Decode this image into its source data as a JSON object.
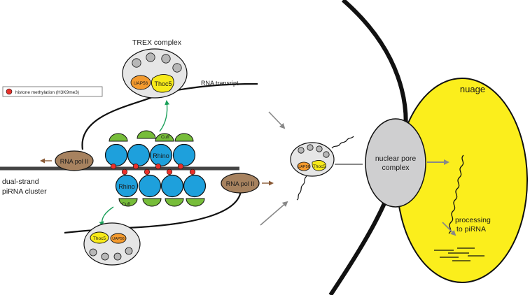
{
  "labels": {
    "trex_complex": "TREX complex",
    "rna_transcript": "RNA transript",
    "legend_histone": "histone methylation (H3K9me3)",
    "dual_strand_line1": "dual-strand",
    "dual_strand_line2": "piRNA cluster",
    "rna_pol_ii": "RNA pol II",
    "rhino": "Rhino",
    "cuff": "Cuff",
    "uap56": "UAP56",
    "thoc5": "Thoc5",
    "nuclear_pore_line1": "nuclear pore",
    "nuclear_pore_line2": "complex",
    "nuage": "nuage",
    "processing_line1": "processing",
    "processing_line2": "to piRNA"
  },
  "colors": {
    "rhino_blue": "#1ea0dc",
    "cuff_green": "#77bd3a",
    "histone_red": "#e8312b",
    "pol_brown": "#a7825f",
    "uap56_orange": "#f39a2e",
    "thoc5_yellow": "#f7ea1a",
    "nuage_yellow": "#fbee1c",
    "complex_gray": "#e6e6e6",
    "pore_gray": "#cfcfd0",
    "arrow_green": "#1aa05a",
    "arrow_brown": "#8a5a36",
    "arrow_gray": "#888888"
  }
}
